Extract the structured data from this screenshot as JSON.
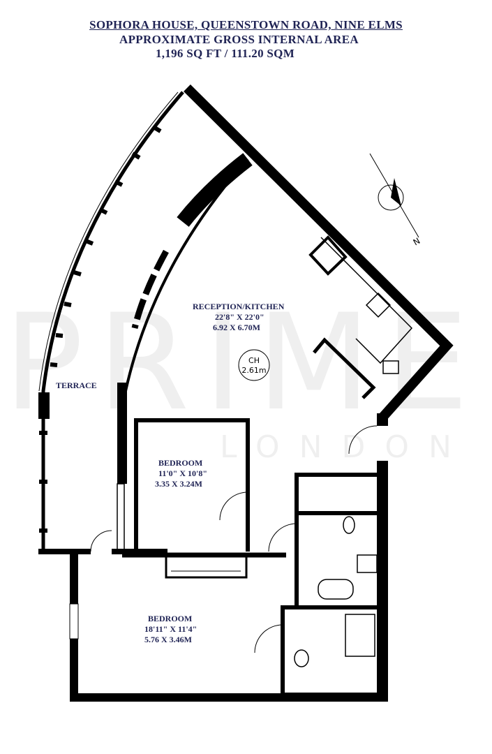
{
  "header": {
    "address": "SOPHORA HOUSE, QUEENSTOWN ROAD, NINE ELMS",
    "subtitle": "APPROXIMATE GROSS INTERNAL AREA",
    "area": "1,196 SQ FT / 111.20 SQM"
  },
  "rooms": [
    {
      "name": "RECEPTION/KITCHEN",
      "imperial": "22'8\" X 22'0\"",
      "metric": "6.92 X 6.70M"
    },
    {
      "name": "TERRACE"
    },
    {
      "name": "BEDROOM",
      "imperial": "11'0\" X 10'8\"",
      "metric": "3.35 X 3.24M"
    },
    {
      "name": "BEDROOM",
      "imperial": "18'11\" X 11'4\"",
      "metric": "5.76 X 3.46M"
    }
  ],
  "ceiling": {
    "label": "CH",
    "value": "2.61m"
  },
  "compass": {
    "label": "N"
  },
  "watermark": {
    "brand": "PRIME",
    "sub": "LONDON"
  },
  "colors": {
    "text": "#1f2354",
    "wall": "#000000"
  }
}
